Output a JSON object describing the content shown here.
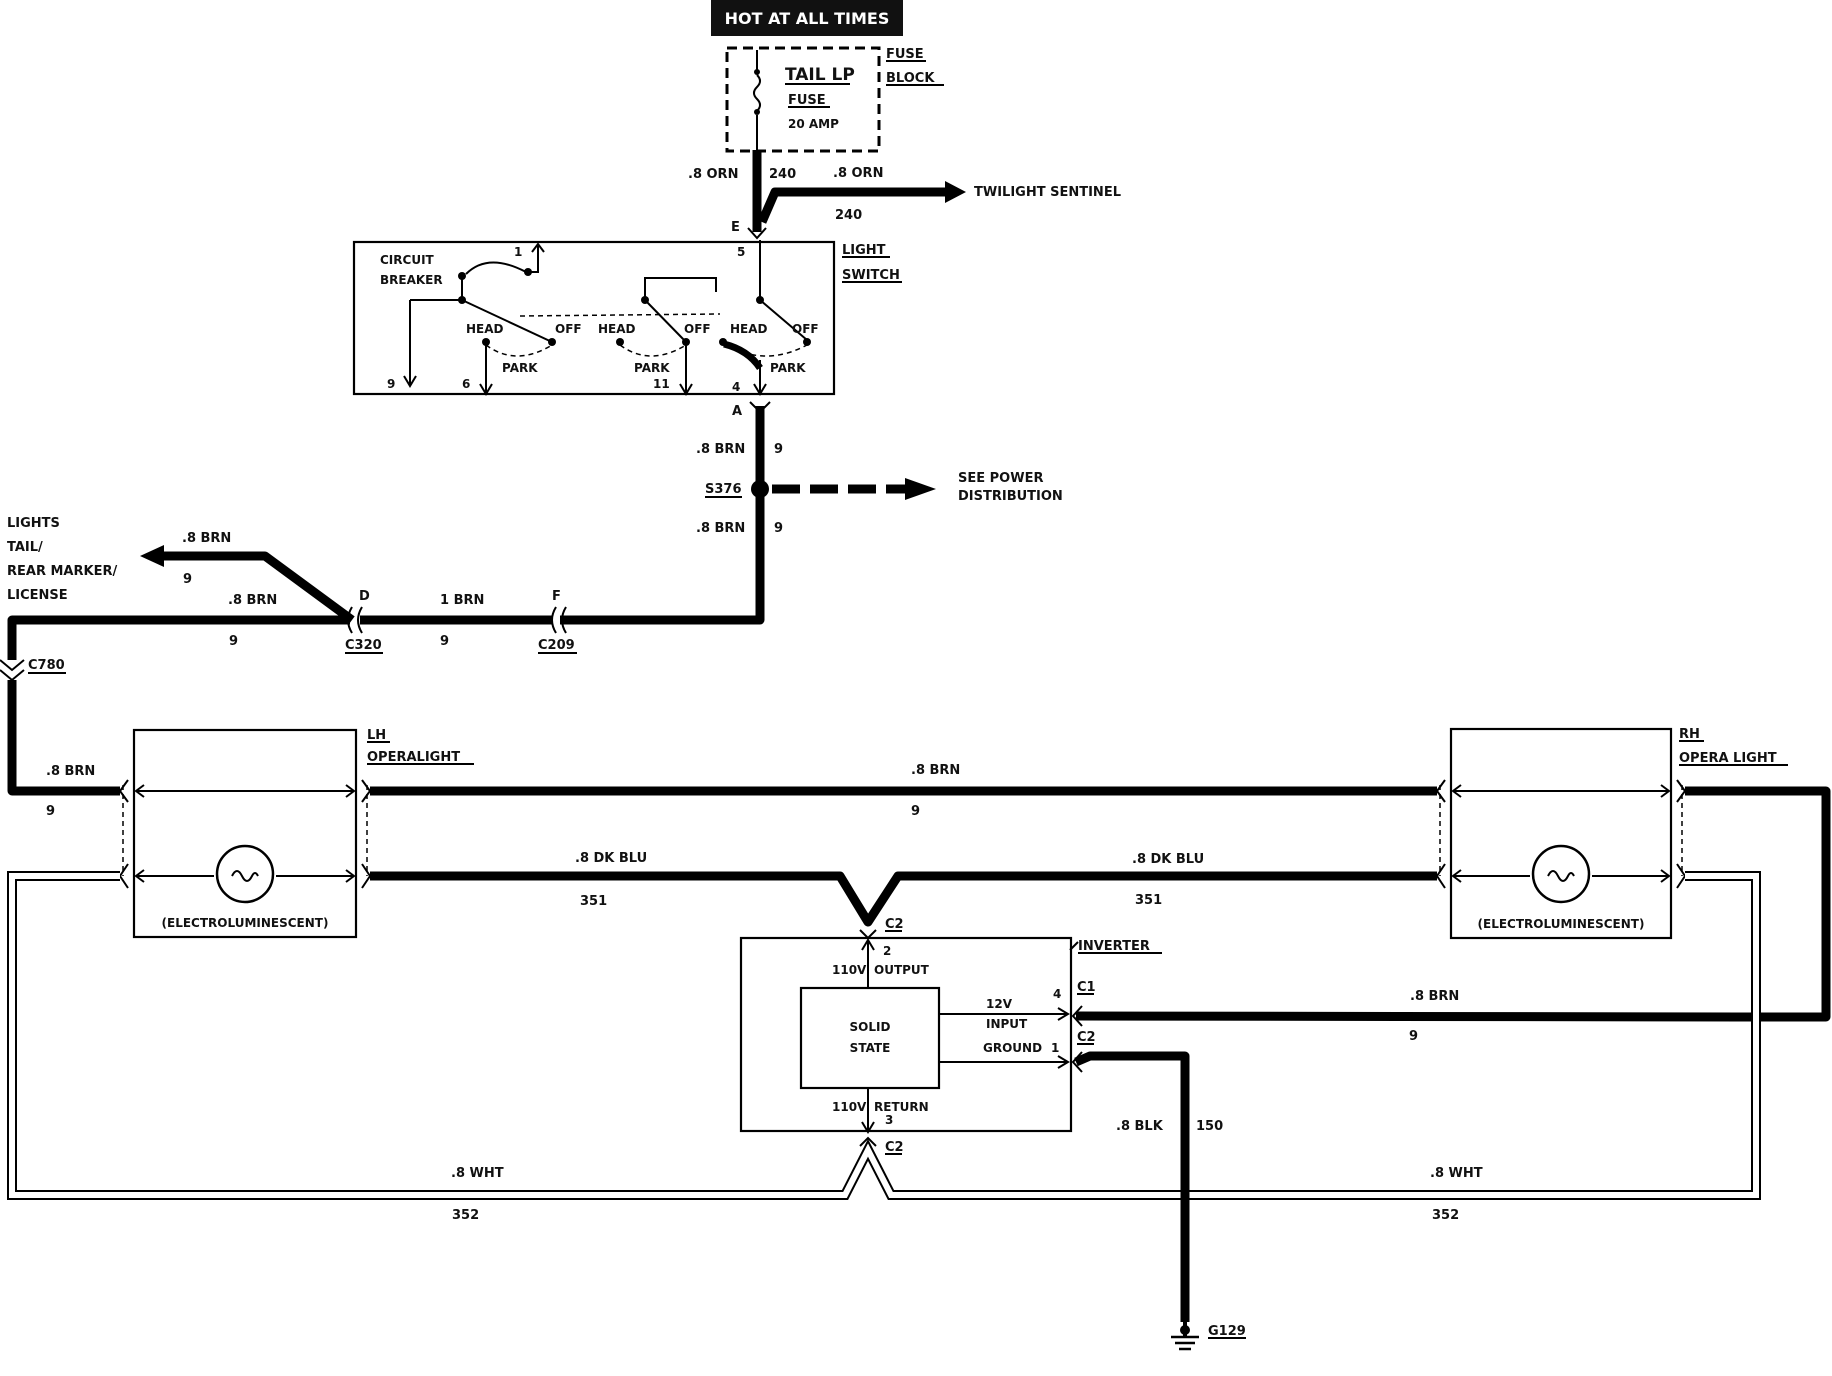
{
  "hot_at_all_times": "HOT AT ALL TIMES",
  "fuse_block": {
    "label1": "FUSE",
    "label2": "BLOCK",
    "fuse_name": "TAIL LP",
    "fuse_word": "FUSE",
    "fuse_rating": "20 AMP"
  },
  "feed": {
    "left_size": ".8 ORN",
    "left_circuit": "240",
    "right_size": ".8 ORN",
    "right_circuit": "240",
    "destination": "TWILIGHT SENTINEL"
  },
  "light_switch": {
    "label1": "LIGHT",
    "label2": "SWITCH",
    "terminal_top": "E",
    "terminal_bottom": "A",
    "circuit_breaker1": "CIRCUIT",
    "circuit_breaker2": "BREAKER",
    "pin_1": "1",
    "pin_5": "5",
    "pin_9": "9",
    "pin_6": "6",
    "pin_11": "11",
    "pin_4": "4",
    "head": "HEAD",
    "off": "OFF",
    "park": "PARK"
  },
  "splice": {
    "name": "S376",
    "upper_size": ".8 BRN",
    "upper_circuit": "9",
    "lower_size": ".8 BRN",
    "lower_circuit": "9",
    "dest1": "SEE POWER",
    "dest2": "DISTRIBUTION"
  },
  "tail_lights": {
    "l1": "LIGHTS",
    "l2": "TAIL/",
    "l3": "REAR MARKER/",
    "l4": "LICENSE",
    "size": ".8 BRN",
    "circuit": "9"
  },
  "connectors": {
    "c320": "C320",
    "c320_pin": "D",
    "c209": "C209",
    "c209_pin": "F",
    "c780": "C780",
    "left_size": ".8 BRN",
    "left_circuit": "9",
    "mid_size": "1 BRN",
    "mid_circuit": "9"
  },
  "lh_opera": {
    "l1": "LH",
    "l2": "OPERALIGHT",
    "type": "(ELECTROLUMINESCENT)",
    "in_size": ".8 BRN",
    "in_circuit": "9"
  },
  "rh_opera": {
    "l1": "RH",
    "l2": "OPERA LIGHT",
    "type": "(ELECTROLUMINESCENT)"
  },
  "wires": {
    "brn_mid_size": ".8 BRN",
    "brn_mid_circuit": "9",
    "blu_left_size": ".8 DK BLU",
    "blu_left_circuit": "351",
    "blu_right_size": ".8 DK BLU",
    "blu_right_circuit": "351",
    "wht_left_size": ".8 WHT",
    "wht_left_circuit": "352",
    "wht_right_size": ".8 WHT",
    "wht_right_circuit": "352",
    "brn_right_size": ".8 BRN",
    "brn_right_circuit": "9",
    "blk_size": ".8 BLK",
    "blk_circuit": "150"
  },
  "inverter": {
    "label": "INVERTER",
    "c2_top": "C2",
    "c1": "C1",
    "c2_mid": "C2",
    "c2_bot": "C2",
    "pin2": "2",
    "pin3": "3",
    "pin4": "4",
    "pin1": "1",
    "out_110": "110V",
    "output": "OUTPUT",
    "ret_110": "110V",
    "return": "RETURN",
    "solid": "SOLID",
    "state": "STATE",
    "v12": "12V",
    "input": "INPUT",
    "ground": "GROUND"
  },
  "ground": {
    "name": "G129"
  }
}
